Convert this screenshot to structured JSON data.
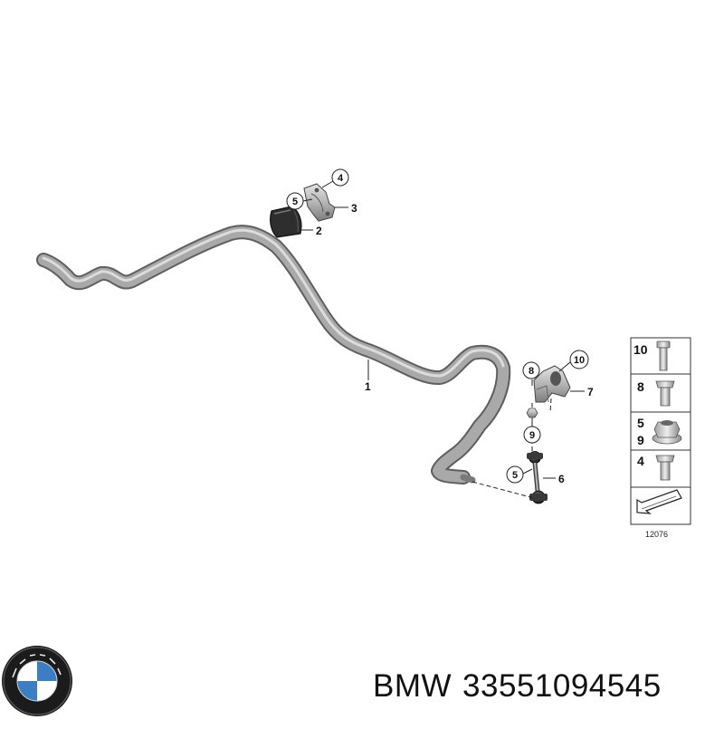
{
  "callouts": {
    "c1": "1",
    "c2": "2",
    "c3": "3",
    "c4": "4",
    "c5a": "5",
    "c5b": "5",
    "c6": "6",
    "c7": "7",
    "c8": "8",
    "c9": "9",
    "c10": "10"
  },
  "legend": [
    {
      "label": "10",
      "icon": "bolt-icon"
    },
    {
      "label": "8",
      "icon": "screw-icon"
    },
    {
      "label": "5",
      "label2": "9",
      "icon": "nut-icon"
    },
    {
      "label": "4",
      "icon": "screw-icon"
    }
  ],
  "diagram_id": "12076",
  "caption": {
    "brand": "BMW",
    "part_number": "33551094545"
  },
  "colors": {
    "bar": "#9a9a9a",
    "bar_highlight": "#d6d6d6",
    "bushing": "#2e2e2e"
  }
}
